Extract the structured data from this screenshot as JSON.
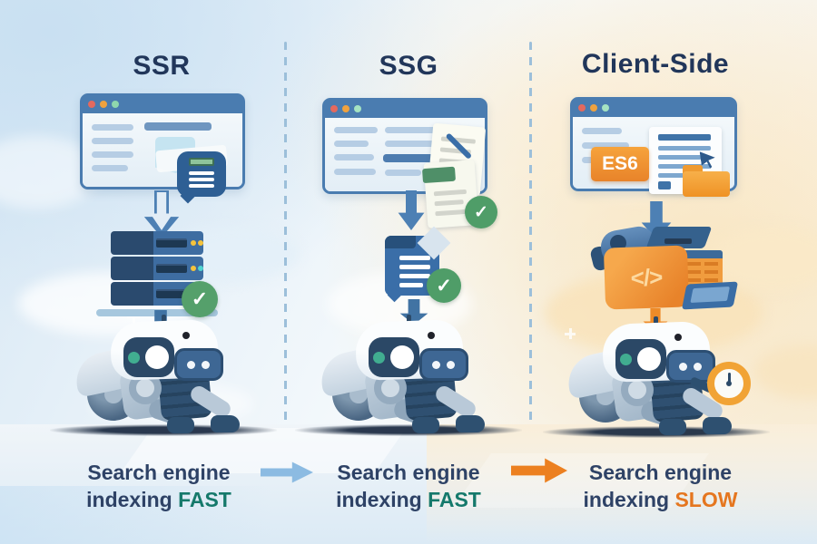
{
  "columns": [
    {
      "id": "ssr",
      "title": "SSR",
      "caption_line1": "Search engine",
      "caption_line2": "indexing",
      "caption_keyword": "FAST",
      "keyword_color": "#15796b"
    },
    {
      "id": "ssg",
      "title": "SSG",
      "caption_line1": "Search engine",
      "caption_line2": "indexing",
      "caption_keyword": "FAST",
      "keyword_color": "#15796b"
    },
    {
      "id": "client-side",
      "title": "Client-Side",
      "caption_line1": "Search engine",
      "caption_line2": "indexing",
      "caption_keyword": "SLOW",
      "keyword_color": "#e5761f"
    }
  ],
  "badges": {
    "es6_label": "ES6"
  },
  "icons": {
    "check_glyph": "✓",
    "code_glyph": "</>"
  },
  "colors": {
    "title_text": "#21365a",
    "caption_text": "#2e4266",
    "fast_keyword": "#15796b",
    "slow_keyword": "#e5761f",
    "window_frame": "#4a7cb0",
    "check_green": "#55a06b",
    "flow_arrow_blue": "#8cbbe2",
    "flow_arrow_orange": "#ec8020",
    "es6_orange": "#ef8e2a"
  }
}
